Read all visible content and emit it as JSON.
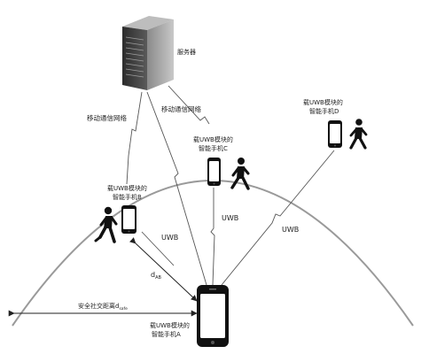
{
  "server_label": "服务器",
  "network_label_left": "移动通信网络",
  "network_label_right": "移动通信网络",
  "phone_a": {
    "line1": "载UWB模块的",
    "line2": "智能手机A"
  },
  "phone_b": {
    "line1": "载UWB模块的",
    "line2": "智能手机B"
  },
  "phone_c": {
    "line1": "载UWB模块的",
    "line2": "智能手机C"
  },
  "phone_d": {
    "line1": "载UWB模块的",
    "line2": "智能手机D"
  },
  "uwb_ab": "UWB",
  "uwb_ac": "UWB",
  "uwb_ad": "UWB",
  "dist_ab": {
    "main": "d",
    "sub": "AB"
  },
  "safe_distance": {
    "main": "安全社交距离d",
    "sub": "safe"
  },
  "colors": {
    "line": "#555555",
    "arc": "#999999",
    "phone": "#111111",
    "server": "#3a3a3a"
  }
}
